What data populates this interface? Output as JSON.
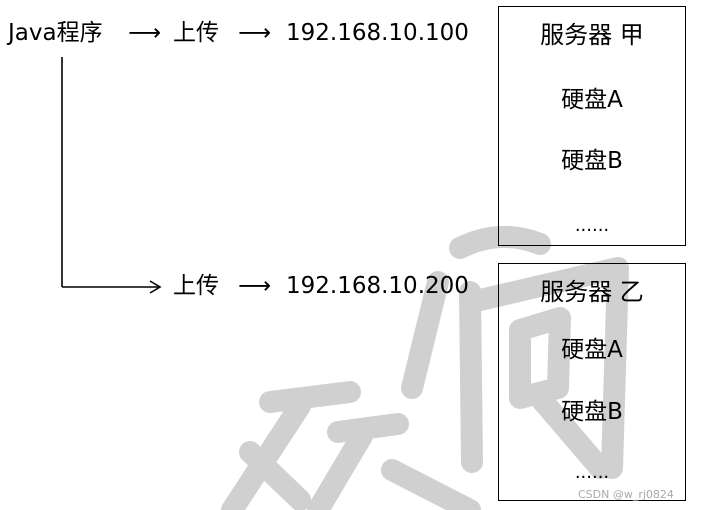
{
  "program": {
    "label": "Java程序"
  },
  "arrow_glyph": "⟶",
  "route_1": {
    "upload_label": "上传",
    "ip": "192.168.10.100"
  },
  "route_2": {
    "upload_label": "上传",
    "ip": "192.168.10.200"
  },
  "server_a": {
    "title": "服务器 甲",
    "disks": [
      "硬盘A",
      "硬盘B"
    ],
    "ellipsis": "......"
  },
  "server_b": {
    "title": "服务器 乙",
    "disks": [
      "硬盘A",
      "硬盘B"
    ],
    "ellipsis": "......"
  },
  "credit": "CSDN @w_rj0824",
  "colors": {
    "line": "#000000",
    "text": "#000000",
    "watermark": "#c8c8c8",
    "credit": "#aaaaaa"
  }
}
